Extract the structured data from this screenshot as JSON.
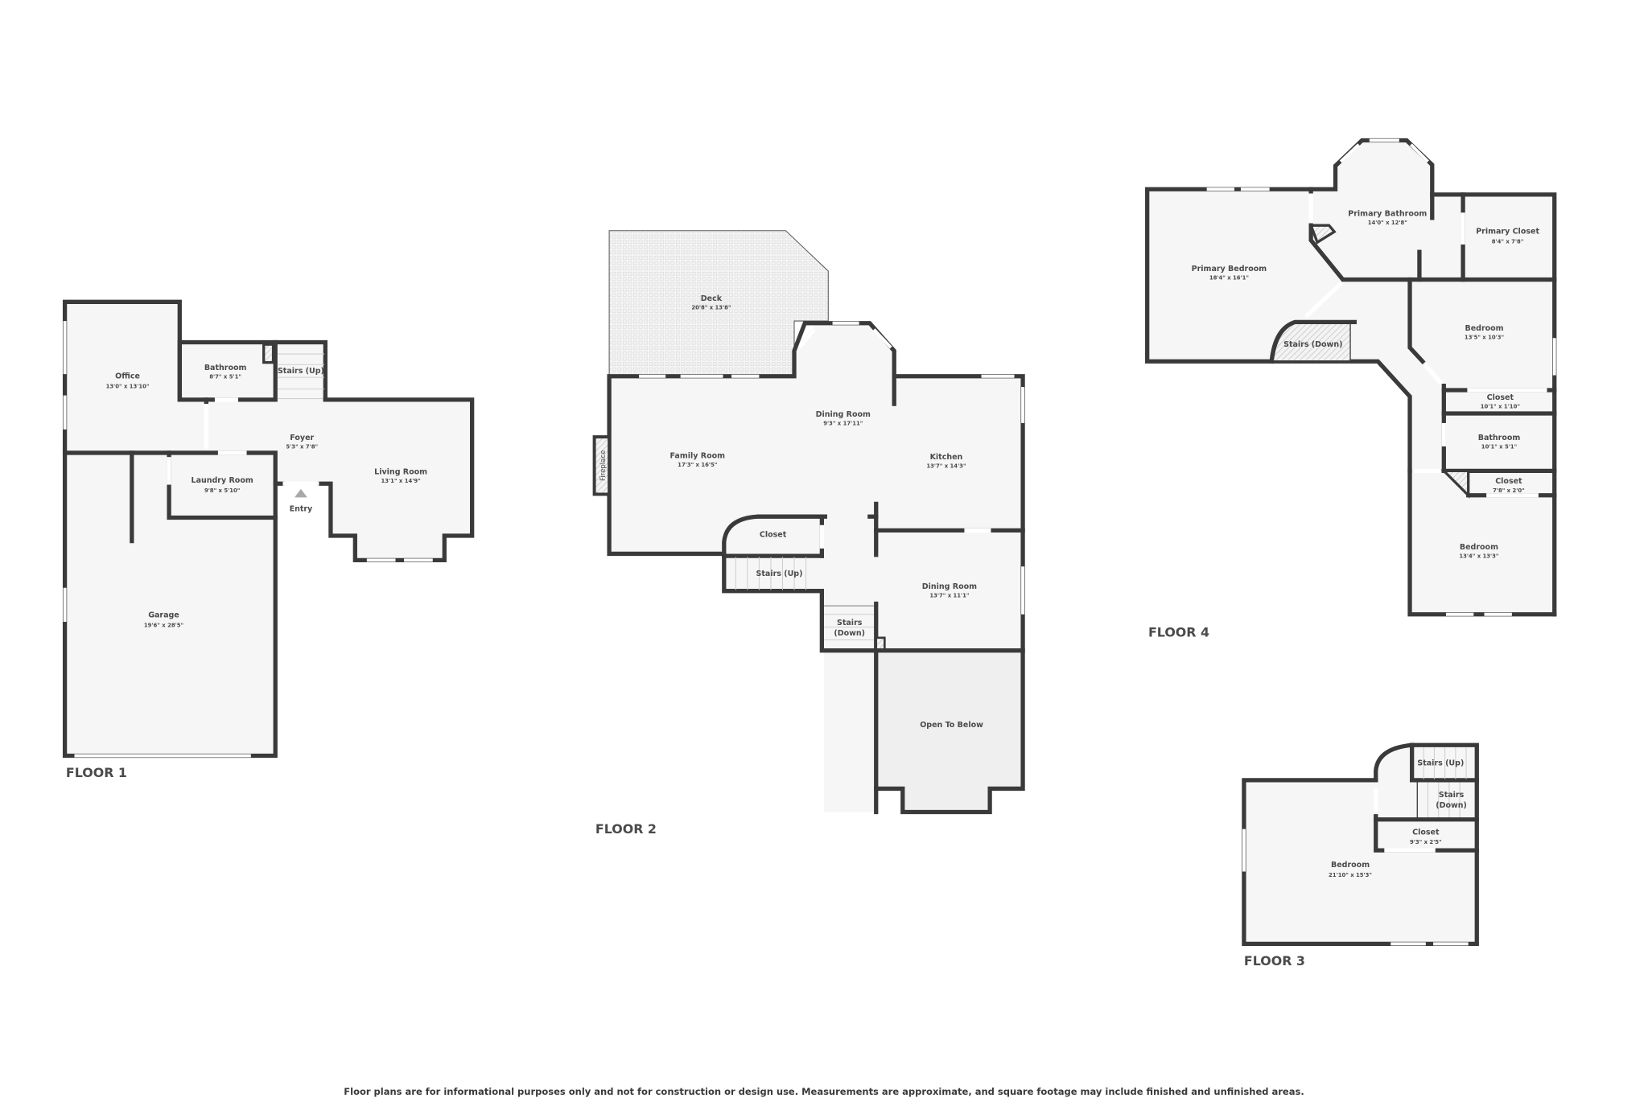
{
  "floors": {
    "floor1": {
      "label": "FLOOR 1",
      "rooms": {
        "office": {
          "name": "Office",
          "dim": "13'0\" x 13'10\""
        },
        "bathroom": {
          "name": "Bathroom",
          "dim": "8'7\" x 5'1\""
        },
        "stairs_up": {
          "name": "Stairs (Up)"
        },
        "foyer": {
          "name": "Foyer",
          "dim": "5'3\" x 7'8\""
        },
        "laundry": {
          "name": "Laundry Room",
          "dim": "9'8\" x 5'10\""
        },
        "living": {
          "name": "Living Room",
          "dim": "13'1\" x 14'9\""
        },
        "entry": {
          "name": "Entry"
        },
        "garage": {
          "name": "Garage",
          "dim": "19'6\" x 28'5\""
        }
      }
    },
    "floor2": {
      "label": "FLOOR 2",
      "rooms": {
        "deck": {
          "name": "Deck",
          "dim": "20'8\" x 13'8\""
        },
        "family": {
          "name": "Family Room",
          "dim": "17'3\" x 16'5\""
        },
        "fireplace": {
          "name": "Fireplace"
        },
        "dining_main": {
          "name": "Dining Room",
          "dim": "9'3\" x 17'11\""
        },
        "kitchen": {
          "name": "Kitchen",
          "dim": "13'7\" x 14'3\""
        },
        "closet": {
          "name": "Closet"
        },
        "stairs_up": {
          "name": "Stairs (Up)"
        },
        "stairs_down_1": {
          "name": "Stairs"
        },
        "stairs_down_2": {
          "name": "(Down)"
        },
        "dining_second": {
          "name": "Dining Room",
          "dim": "13'7\" x 11'1\""
        },
        "open_below": {
          "name": "Open To Below"
        }
      }
    },
    "floor3": {
      "label": "FLOOR 3",
      "rooms": {
        "stairs_up": {
          "name": "Stairs (Up)"
        },
        "stairs_down_1": {
          "name": "Stairs"
        },
        "stairs_down_2": {
          "name": "(Down)"
        },
        "closet": {
          "name": "Closet",
          "dim": "9'3\" x 2'5\""
        },
        "bedroom": {
          "name": "Bedroom",
          "dim": "21'10\" x 15'3\""
        }
      }
    },
    "floor4": {
      "label": "FLOOR 4",
      "rooms": {
        "primary_bedroom": {
          "name": "Primary Bedroom",
          "dim": "18'4\" x 16'1\""
        },
        "primary_bathroom": {
          "name": "Primary Bathroom",
          "dim": "14'0\" x 12'8\""
        },
        "primary_closet": {
          "name": "Primary Closet",
          "dim": "8'4\" x 7'8\""
        },
        "stairs_down": {
          "name": "Stairs (Down)"
        },
        "bedroom_a": {
          "name": "Bedroom",
          "dim": "13'5\" x 10'3\""
        },
        "closet_a": {
          "name": "Closet",
          "dim": "10'1\" x 1'10\""
        },
        "bathroom": {
          "name": "Bathroom",
          "dim": "10'1\" x 5'1\""
        },
        "closet_b": {
          "name": "Closet",
          "dim": "7'8\" x 2'0\""
        },
        "bedroom_b": {
          "name": "Bedroom",
          "dim": "13'4\" x 13'3\""
        }
      }
    }
  },
  "disclaimer": "Floor plans are for informational purposes only and not for construction or design use. Measurements are approximate, and square footage may include finished and unfinished areas.",
  "colors": {
    "wall": "#3a3a3a",
    "floor": "#f6f6f6",
    "open_below": "#efefef",
    "text": "#4a4a4a"
  }
}
